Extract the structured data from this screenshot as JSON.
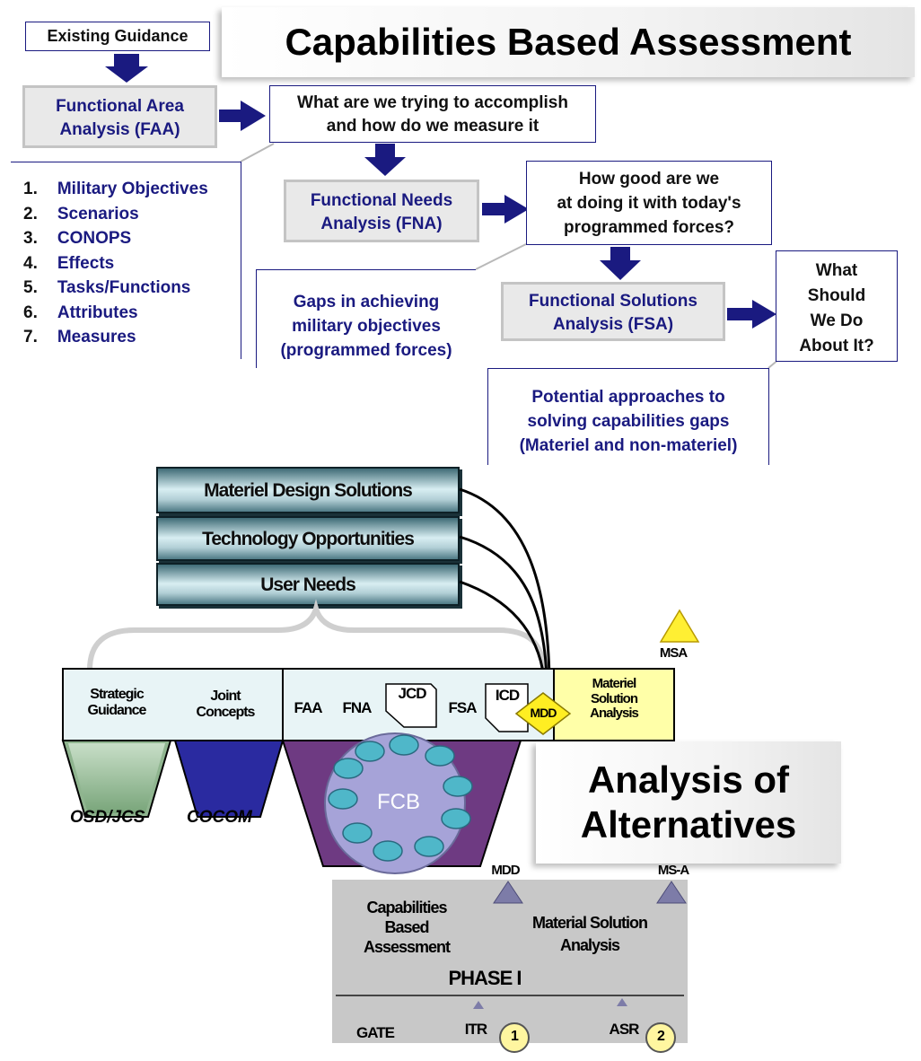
{
  "cba": {
    "title": "Capabilities Based Assessment",
    "existing_guidance": "Existing Guidance",
    "faa": [
      "Functional Area",
      "Analysis (FAA)"
    ],
    "faa_question": [
      "What are we trying to accomplish",
      "and how do we measure it"
    ],
    "faa_outputs": [
      {
        "num": "1.",
        "label": "Military Objectives"
      },
      {
        "num": "2.",
        "label": "Scenarios"
      },
      {
        "num": "3.",
        "label": "CONOPS"
      },
      {
        "num": "4.",
        "label": "Effects"
      },
      {
        "num": "5.",
        "label": "Tasks/Functions"
      },
      {
        "num": "6.",
        "label": "Attributes"
      },
      {
        "num": "7.",
        "label": "Measures"
      }
    ],
    "fna": [
      "Functional Needs",
      "Analysis (FNA)"
    ],
    "fna_question": [
      "How good are we",
      "at doing it with today's",
      "programmed forces?"
    ],
    "fna_output": [
      "Gaps in achieving",
      "military objectives",
      "(programmed forces)"
    ],
    "fsa": [
      "Functional Solutions",
      "Analysis (FSA)"
    ],
    "fsa_question": [
      "What",
      "Should",
      "We Do",
      "About It?"
    ],
    "fsa_output": [
      "Potential  approaches to",
      "solving capabilities gaps",
      "(Materiel and non-materiel)"
    ]
  },
  "inputs": {
    "materiel": "Materiel Design Solutions",
    "technology": "Technology Opportunities",
    "user_needs": "User Needs"
  },
  "band": {
    "strategic": [
      "Strategic",
      "Guidance"
    ],
    "joint": [
      "Joint",
      "Concepts"
    ],
    "faa": "FAA",
    "fna": "FNA",
    "jcd": "JCD",
    "fsa": "FSA",
    "icd": "ICD",
    "mdd": "MDD",
    "msa": [
      "Materiel",
      "Solution",
      "Analysis"
    ],
    "ms_a": "MSA",
    "osd": "OSD/JCS",
    "cocom": "COCOM",
    "fcb": "FCB"
  },
  "aoa": {
    "title": [
      "Analysis of",
      "Alternatives"
    ]
  },
  "phase": {
    "mdd": "MDD",
    "ms_a": "MS-A",
    "cba": [
      "Capabilities",
      "Based",
      "Assessment"
    ],
    "msa": [
      "Material Solution",
      "Analysis"
    ],
    "phase": "PHASE I",
    "gate": "GATE",
    "itr": "ITR",
    "asr": "ASR",
    "num1": "1",
    "num2": "2"
  },
  "colors": {
    "navy": "#1a1a80",
    "teal": "#3f6b76",
    "yellow": "#fff6a0",
    "purple": "#6e3a82",
    "green": "#6f9e70",
    "blue": "#2a2aa0"
  }
}
